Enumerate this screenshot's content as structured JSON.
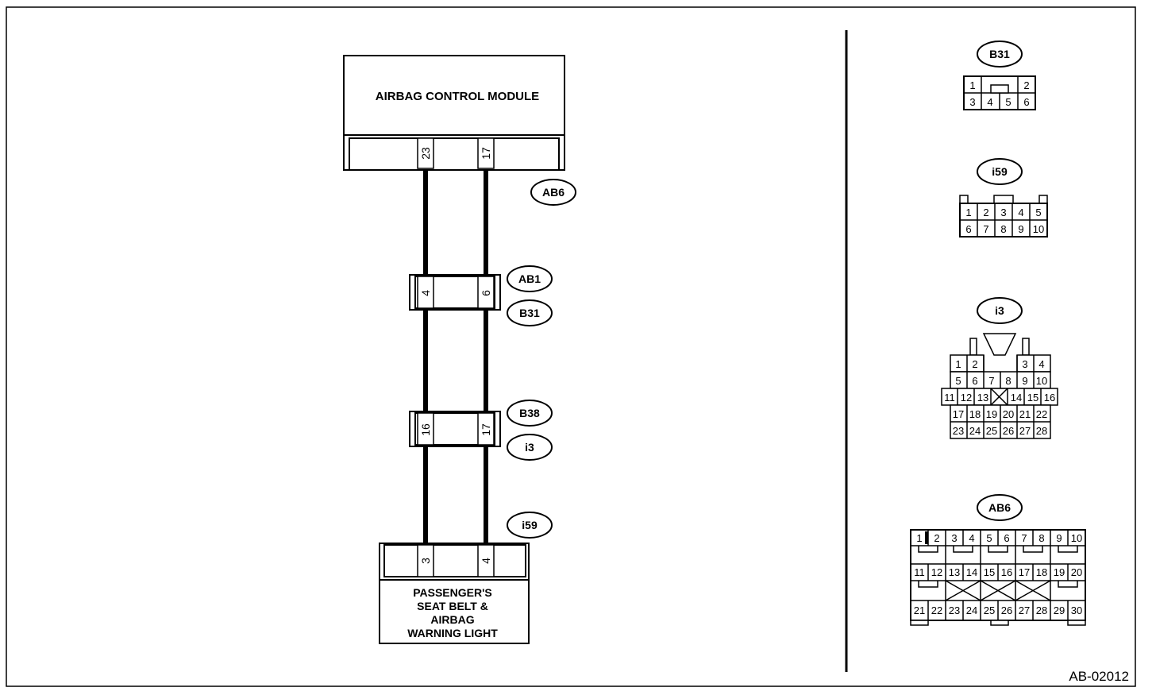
{
  "diagram_id": "AB-02012",
  "module": {
    "title": "AIRBAG CONTROL MODULE",
    "pins": [
      "23",
      "17"
    ]
  },
  "connector_tags": {
    "module": "AB6",
    "upper_junction": [
      "AB1",
      "B31"
    ],
    "lower_junction": [
      "B38",
      "i3"
    ],
    "light": "i59"
  },
  "upper_junction_pins": [
    "4",
    "6"
  ],
  "lower_junction_pins": [
    "16",
    "17"
  ],
  "warning_light": {
    "title_lines": [
      "PASSENGER'S",
      "SEAT BELT &",
      "AIRBAG",
      "WARNING LIGHT"
    ],
    "pins": [
      "3",
      "4"
    ]
  },
  "connector_views": {
    "B31": {
      "label": "B31",
      "rows": [
        [
          "1",
          "2"
        ],
        [
          "3",
          "4",
          "5",
          "6"
        ]
      ]
    },
    "i59": {
      "label": "i59",
      "rows": [
        [
          "1",
          "2",
          "3",
          "4",
          "5"
        ],
        [
          "6",
          "7",
          "8",
          "9",
          "10"
        ]
      ]
    },
    "i3": {
      "label": "i3",
      "rows": [
        [
          "1",
          "2",
          "3",
          "4"
        ],
        [
          "5",
          "6",
          "7",
          "8",
          "9",
          "10"
        ],
        [
          "11",
          "12",
          "13",
          "14",
          "15",
          "16"
        ],
        [
          "17",
          "18",
          "19",
          "20",
          "21",
          "22"
        ],
        [
          "23",
          "24",
          "25",
          "26",
          "27",
          "28"
        ]
      ]
    },
    "AB6": {
      "label": "AB6",
      "rows": [
        [
          "1",
          "2",
          "3",
          "4",
          "5",
          "6",
          "7",
          "8",
          "9",
          "10"
        ],
        [
          "11",
          "12",
          "13",
          "14",
          "15",
          "16",
          "17",
          "18",
          "19",
          "20"
        ],
        [
          "21",
          "22",
          "23",
          "24",
          "25",
          "26",
          "27",
          "28",
          "29",
          "30"
        ]
      ]
    }
  }
}
